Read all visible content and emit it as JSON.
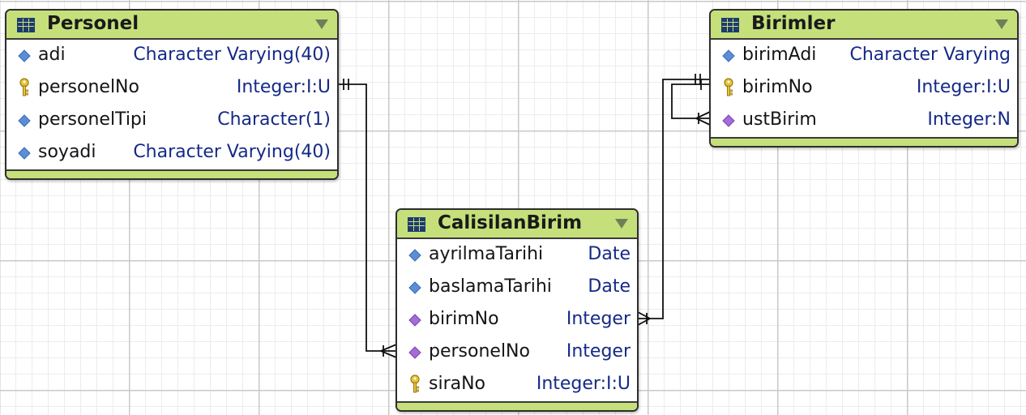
{
  "entities": {
    "personel": {
      "title": "Personel",
      "attributes": [
        {
          "name": "adi",
          "type": "Character Varying(40)",
          "icon": "blue-diamond-icon"
        },
        {
          "name": "personelNo",
          "type": "Integer:I:U",
          "icon": "key-icon"
        },
        {
          "name": "personelTipi",
          "type": "Character(1)",
          "icon": "blue-diamond-icon"
        },
        {
          "name": "soyadi",
          "type": "Character Varying(40)",
          "icon": "blue-diamond-icon"
        }
      ]
    },
    "birimler": {
      "title": "Birimler",
      "attributes": [
        {
          "name": "birimAdi",
          "type": "Character Varying",
          "icon": "blue-diamond-icon"
        },
        {
          "name": "birimNo",
          "type": "Integer:I:U",
          "icon": "key-icon"
        },
        {
          "name": "ustBirim",
          "type": "Integer:N",
          "icon": "purple-diamond-icon"
        }
      ]
    },
    "calisilanBirim": {
      "title": "CalisilanBirim",
      "attributes": [
        {
          "name": "ayrilmaTarihi",
          "type": "Date",
          "icon": "blue-diamond-icon"
        },
        {
          "name": "baslamaTarihi",
          "type": "Date",
          "icon": "blue-diamond-icon"
        },
        {
          "name": "birimNo",
          "type": "Integer",
          "icon": "purple-diamond-icon"
        },
        {
          "name": "personelNo",
          "type": "Integer",
          "icon": "purple-diamond-icon"
        },
        {
          "name": "siraNo",
          "type": "Integer:I:U",
          "icon": "key-icon"
        }
      ]
    }
  },
  "relationships": [
    {
      "from": "Personel.personelNo",
      "from_cardinality": "one-and-only-one",
      "to": "CalisilanBirim.personelNo",
      "to_cardinality": "one-or-many"
    },
    {
      "from": "Birimler.birimNo",
      "from_cardinality": "one-and-only-one",
      "to": "CalisilanBirim.birimNo",
      "to_cardinality": "one-or-many"
    },
    {
      "from": "Birimler.birimNo",
      "from_cardinality": "one",
      "to": "Birimler.ustBirim",
      "to_cardinality": "one-or-many"
    }
  ],
  "colors": {
    "header": "#c5e07a",
    "type_text": "#152a86",
    "border": "#2e2e2e",
    "connector": "#111111"
  }
}
